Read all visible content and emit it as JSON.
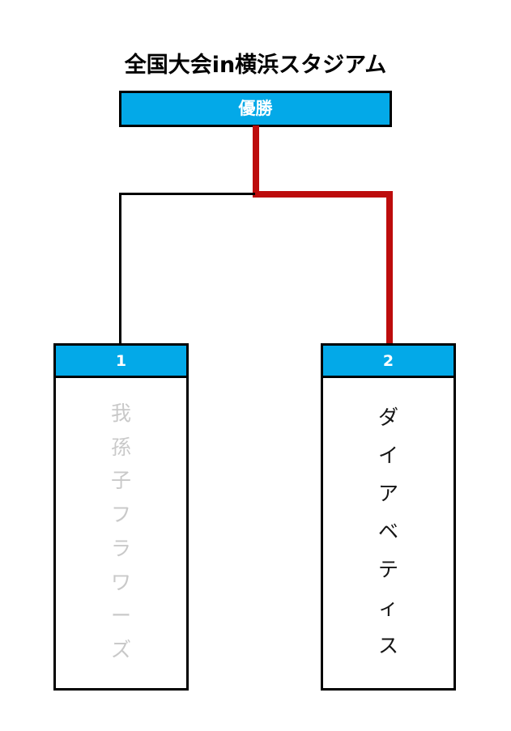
{
  "tournament": {
    "title": "全国大会in横浜スタジアム",
    "champion": {
      "label": "優勝",
      "box_color": "#03a9e8",
      "text_color": "#ffffff"
    },
    "colors": {
      "accent": "#03a9e8",
      "winner_path": "#bd0c0c",
      "loser_path": "#000000",
      "loser_text": "#c9c9c9",
      "winner_text": "#141414",
      "border": "#000000",
      "background": "#ffffff"
    },
    "teams": [
      {
        "seed": "1",
        "name": "我孫子フラワーズ",
        "chars": [
          "我",
          "孫",
          "子",
          "フ",
          "ラ",
          "ワ",
          "ー",
          "ズ"
        ],
        "status": "loser"
      },
      {
        "seed": "2",
        "name": "ダイアベティス",
        "chars": [
          "ダ",
          "イ",
          "ア",
          "ベ",
          "テ",
          "ィ",
          "ス"
        ],
        "status": "winner"
      }
    ]
  }
}
